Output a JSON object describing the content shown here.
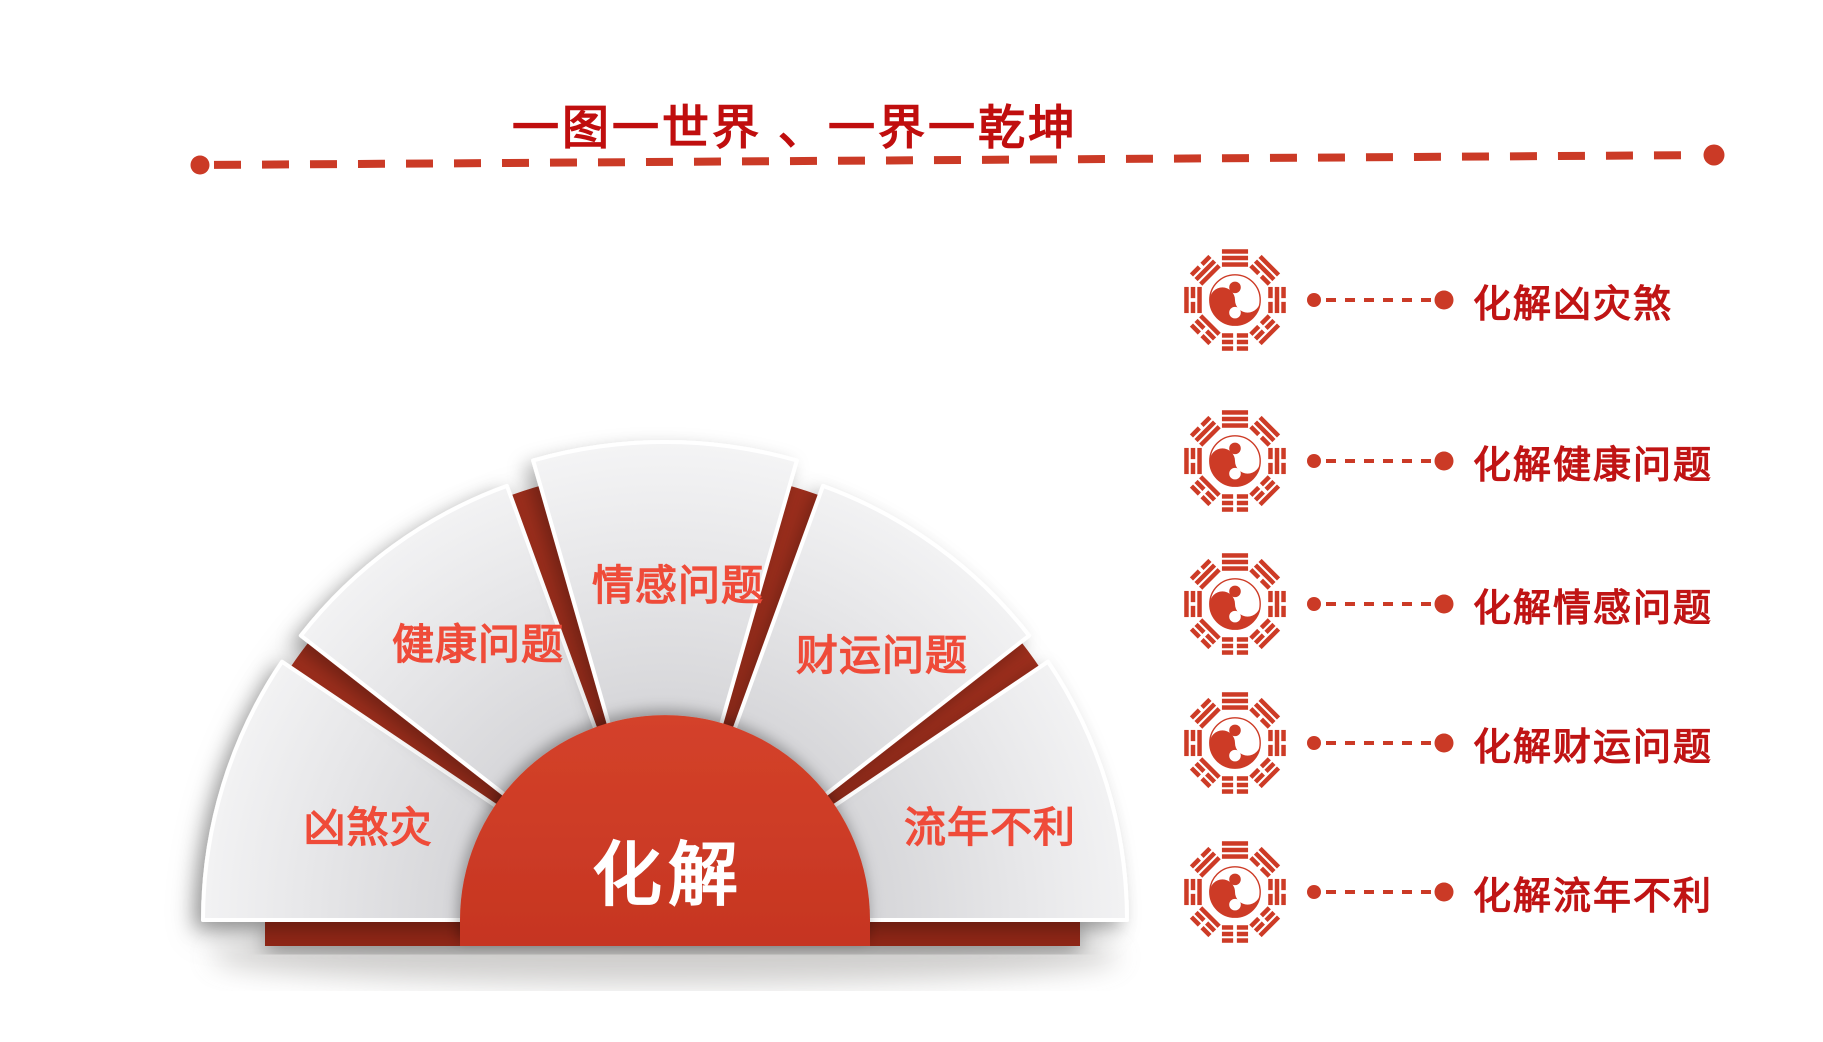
{
  "title": "一图一世界 、一界一乾坤",
  "fan": {
    "center_label": "化解",
    "segments": [
      {
        "label": "凶煞灾"
      },
      {
        "label": "健康问题"
      },
      {
        "label": "情感问题"
      },
      {
        "label": "财运问题"
      },
      {
        "label": "流年不利"
      }
    ]
  },
  "legend": {
    "items": [
      {
        "icon": "bagua-icon",
        "label": "化解凶灾煞"
      },
      {
        "icon": "bagua-icon",
        "label": "化解健康问题"
      },
      {
        "icon": "bagua-icon",
        "label": "化解情感问题"
      },
      {
        "icon": "bagua-icon",
        "label": "化解财运问题"
      },
      {
        "icon": "bagua-icon",
        "label": "化解流年不利"
      }
    ]
  },
  "colors": {
    "title_red": "#c00e0e",
    "accent_red": "#cd3b26",
    "dark_red": "#9d2f1e",
    "base_red": "#8e2617",
    "segment_label_red": "#ef4b39",
    "legend_text_red": "#c01414",
    "segment_gray": "#e9e9ea",
    "center_text": "#ffffff"
  }
}
